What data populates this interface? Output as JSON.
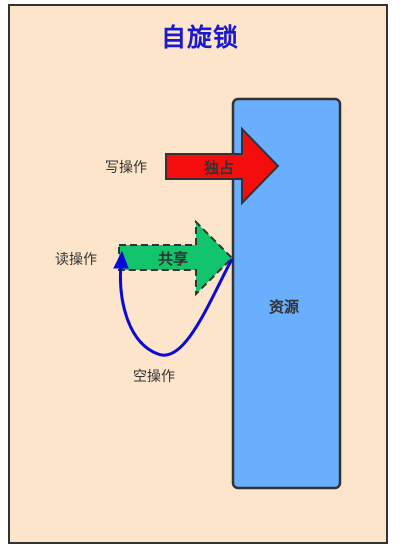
{
  "title": "自旋锁",
  "resource": {
    "label": "资源",
    "color": "#6aaefe"
  },
  "write": {
    "label": "写操作",
    "arrow_label": "独占",
    "color": "#f50d0d"
  },
  "read": {
    "label": "读操作",
    "arrow_label": "共享",
    "color": "#12c46b"
  },
  "idle": {
    "label": "空操作",
    "color": "#0a0ad6"
  },
  "background_color": "#fde5cb"
}
